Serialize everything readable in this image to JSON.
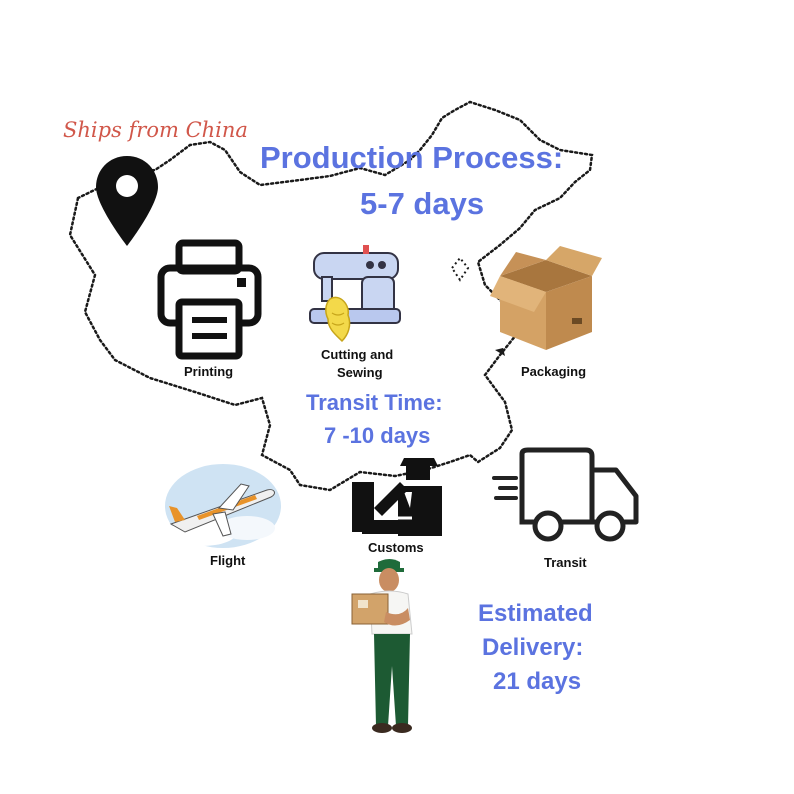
{
  "origin_note": "Ships from China",
  "production": {
    "title": "Production Process:",
    "duration": "5-7 days"
  },
  "steps": {
    "printing": "Printing",
    "cutting_sewing_line1": "Cutting and",
    "cutting_sewing_line2": "Sewing",
    "packaging": "Packaging",
    "flight": "Flight",
    "customs": "Customs",
    "transit": "Transit"
  },
  "transit_time": {
    "title": "Transit Time:",
    "duration": "7 -10 days"
  },
  "estimated_delivery": {
    "line1": "Estimated",
    "line2": "Delivery:",
    "line3": "21 days"
  },
  "colors": {
    "heading_blue": "#5b73e0",
    "origin_red": "#d1574a",
    "map_outline": "#1a1a1a"
  },
  "icons": [
    "location-pin-icon",
    "printer-icon",
    "sewing-machine-icon",
    "cardboard-box-icon",
    "airplane-icon",
    "customs-officer-icon",
    "delivery-truck-icon",
    "delivery-man-illustration"
  ]
}
